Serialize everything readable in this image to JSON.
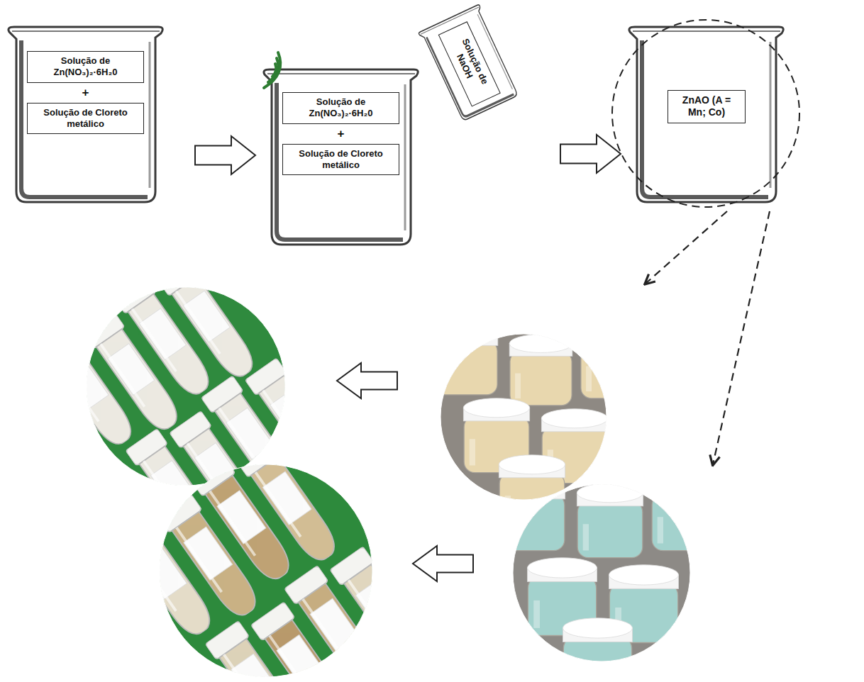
{
  "diagram": {
    "nodes": [
      {
        "text": [
          "Solução de Zn(NO₃)₂·6H₂0"
        ]
      },
      {
        "text": [
          "Solução de Cloreto metálico"
        ]
      },
      {
        "text": [
          "Solução de Zn(NO₃)₂·6H₂0"
        ]
      },
      {
        "text": [
          "Solução de Cloreto metálico"
        ]
      },
      {
        "text": [
          "Solução de NaOH"
        ]
      },
      {
        "text": [
          "ZnAO (A = Mn; Co)"
        ]
      }
    ],
    "labels": [
      "+",
      "+"
    ]
  }
}
